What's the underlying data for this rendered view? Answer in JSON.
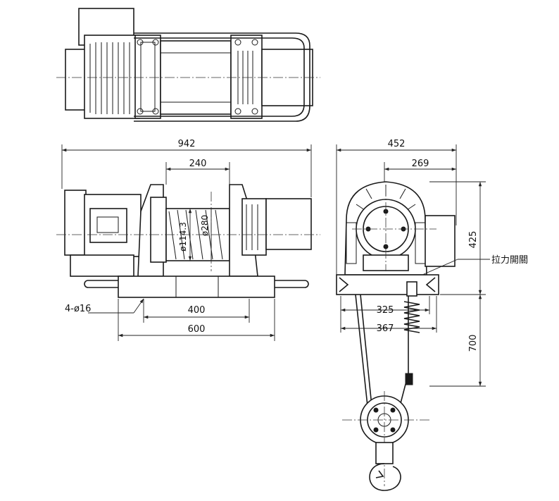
{
  "dimensions": {
    "front_total_length": "942",
    "drum_length": "240",
    "drum_inner_dia": "ø114.3",
    "drum_outer_dia": "ø280",
    "bolt_holes": "4-ø16",
    "bolt_spacing": "400",
    "base_length": "600",
    "side_total_width": "452",
    "side_partial_width": "269",
    "side_height": "425",
    "base_inner": "325",
    "base_outer": "367",
    "hook_drop": "700"
  },
  "labels": {
    "limit_switch": "拉力開關"
  }
}
